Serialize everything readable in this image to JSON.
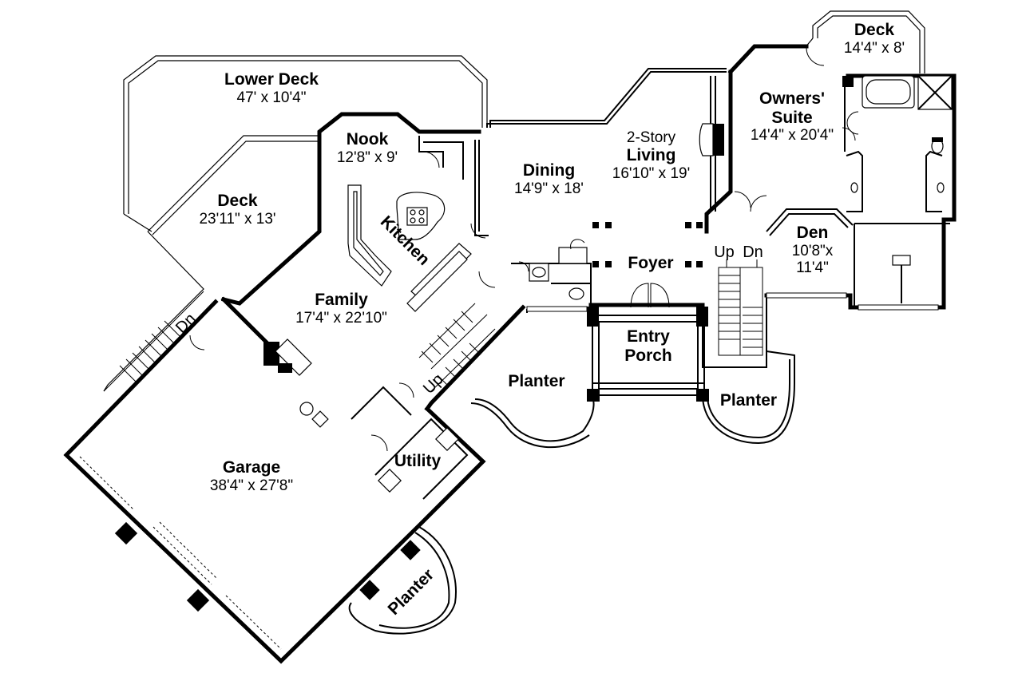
{
  "rooms": {
    "lower_deck": {
      "name": "Lower Deck",
      "dims": "47' x 10'4\""
    },
    "nook": {
      "name": "Nook",
      "dims": "12'8\" x 9'"
    },
    "deck_left": {
      "name": "Deck",
      "dims": "23'11\" x 13'"
    },
    "kitchen": {
      "name": "Kitchen"
    },
    "dining": {
      "name": "Dining",
      "dims": "14'9\" x 18'"
    },
    "living": {
      "prefix": "2-Story",
      "name": "Living",
      "dims": "16'10\" x 19'"
    },
    "deck_top": {
      "name": "Deck",
      "dims": "14'4\" x 8'"
    },
    "owners_suite": {
      "name_line1": "Owners'",
      "name_line2": "Suite",
      "dims": "14'4\" x 20'4\""
    },
    "family": {
      "name": "Family",
      "dims": "17'4\" x 22'10\""
    },
    "foyer": {
      "name": "Foyer"
    },
    "den": {
      "name": "Den",
      "dims_line1": "10'8\"x",
      "dims_line2": "11'4\""
    },
    "entry_porch": {
      "name_line1": "Entry",
      "name_line2": "Porch"
    },
    "planter_center": {
      "name": "Planter"
    },
    "planter_right": {
      "name": "Planter"
    },
    "planter_bottom": {
      "name": "Planter"
    },
    "utility": {
      "name": "Utility"
    },
    "garage": {
      "name": "Garage",
      "dims": "38'4\" x 27'8\""
    }
  },
  "stair_labels": {
    "dn_left": "Dn",
    "up_center": "Up",
    "up_right": "Up",
    "dn_right": "Dn"
  }
}
